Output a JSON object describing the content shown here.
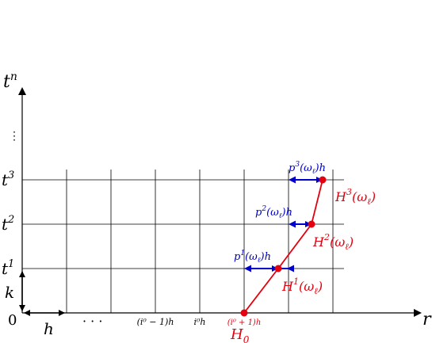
{
  "axes": {
    "x_label": "r",
    "y_label": "t",
    "y_label_sup": "n",
    "origin": "0"
  },
  "time_levels": [
    {
      "base": "t",
      "sup": "1"
    },
    {
      "base": "t",
      "sup": "2"
    },
    {
      "base": "t",
      "sup": "3"
    }
  ],
  "vdots": "⋮",
  "dims": {
    "h": "h",
    "k": "k",
    "dots": "· · ·"
  },
  "bottom_labels": {
    "im1": "(i⁰ − 1)h",
    "i0": "i⁰h",
    "ip1": "(i⁰ + 1)h"
  },
  "curve_labels": {
    "h0": {
      "base": "H",
      "sub": "0"
    },
    "h1": {
      "base": "H",
      "sup": "1",
      "arg": "(ω",
      "argsub": "ℓ",
      "close": ")"
    },
    "h2": {
      "base": "H",
      "sup": "2",
      "arg": "(ω",
      "argsub": "ℓ",
      "close": ")"
    },
    "h3": {
      "base": "H",
      "sup": "3",
      "arg": "(ω",
      "argsub": "ℓ",
      "close": ")"
    }
  },
  "p_labels": {
    "p1": {
      "base": "p",
      "sup": "1",
      "arg": "(ω",
      "argsub": "ℓ",
      "close": ")h"
    },
    "p2": {
      "base": "p",
      "sup": "2",
      "arg": "(ω",
      "argsub": "ℓ",
      "close": ")h"
    },
    "p3": {
      "base": "p",
      "sup": "3",
      "arg": "(ω",
      "argsub": "ℓ",
      "close": ")h"
    }
  },
  "colors": {
    "grid": "#000000",
    "curve": "#e3000f",
    "arrow": "#0000cc"
  }
}
